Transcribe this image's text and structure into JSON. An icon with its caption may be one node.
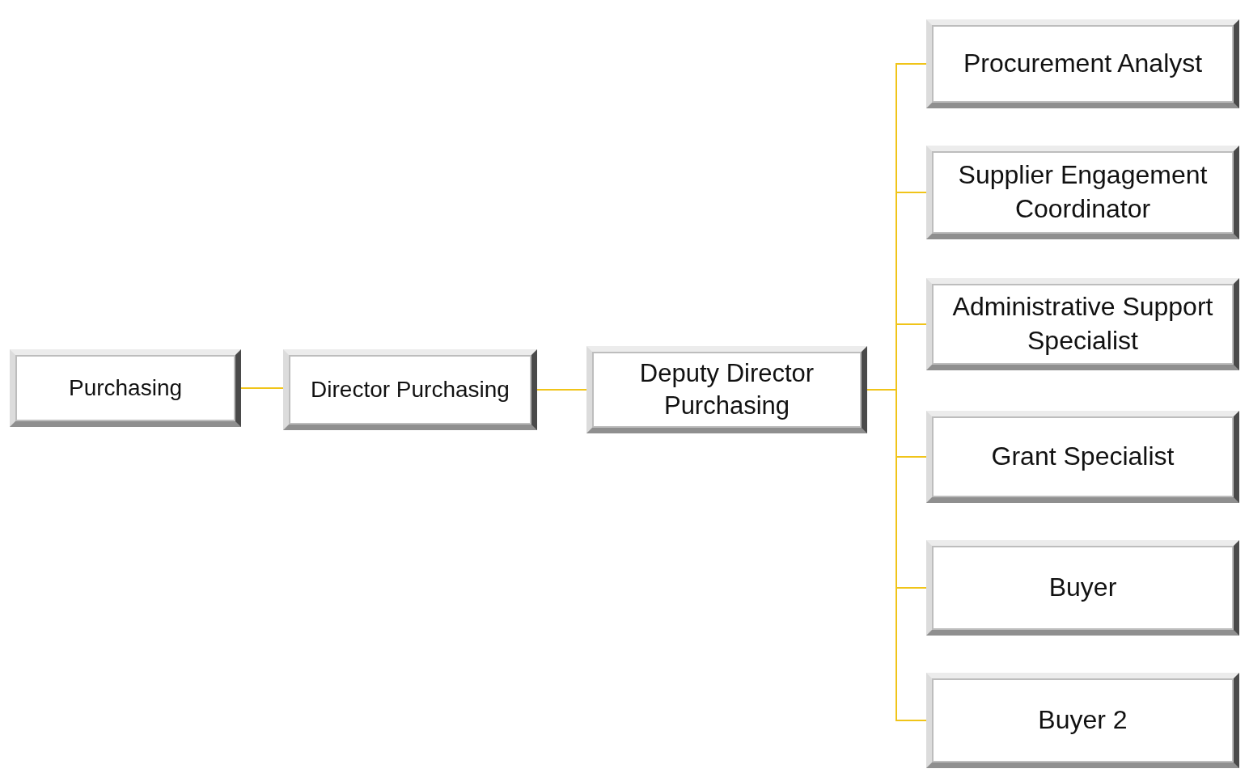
{
  "diagram": {
    "nodes": [
      {
        "text": [
          "Purchasing"
        ]
      },
      {
        "text": [
          "Director Purchasing"
        ]
      },
      {
        "text": [
          "Deputy Director Purchasing"
        ]
      },
      {
        "text": [
          "Procurement Analyst"
        ]
      },
      {
        "text": [
          "Supplier Engagement Coordinator"
        ]
      },
      {
        "text": [
          "Administrative Support Specialist"
        ]
      },
      {
        "text": [
          "Grant Specialist"
        ]
      },
      {
        "text": [
          "Buyer"
        ]
      },
      {
        "text": [
          "Buyer 2"
        ]
      }
    ],
    "edges": [
      {
        "from": 0,
        "to": 1,
        "arrow": "none"
      },
      {
        "from": 1,
        "to": 2,
        "arrow": "none"
      },
      {
        "from": 2,
        "to": 3,
        "arrow": "none"
      },
      {
        "from": 2,
        "to": 4,
        "arrow": "none"
      },
      {
        "from": 2,
        "to": 5,
        "arrow": "none"
      },
      {
        "from": 2,
        "to": 6,
        "arrow": "none"
      },
      {
        "from": 2,
        "to": 7,
        "arrow": "none"
      },
      {
        "from": 2,
        "to": 8,
        "arrow": "none"
      }
    ]
  }
}
